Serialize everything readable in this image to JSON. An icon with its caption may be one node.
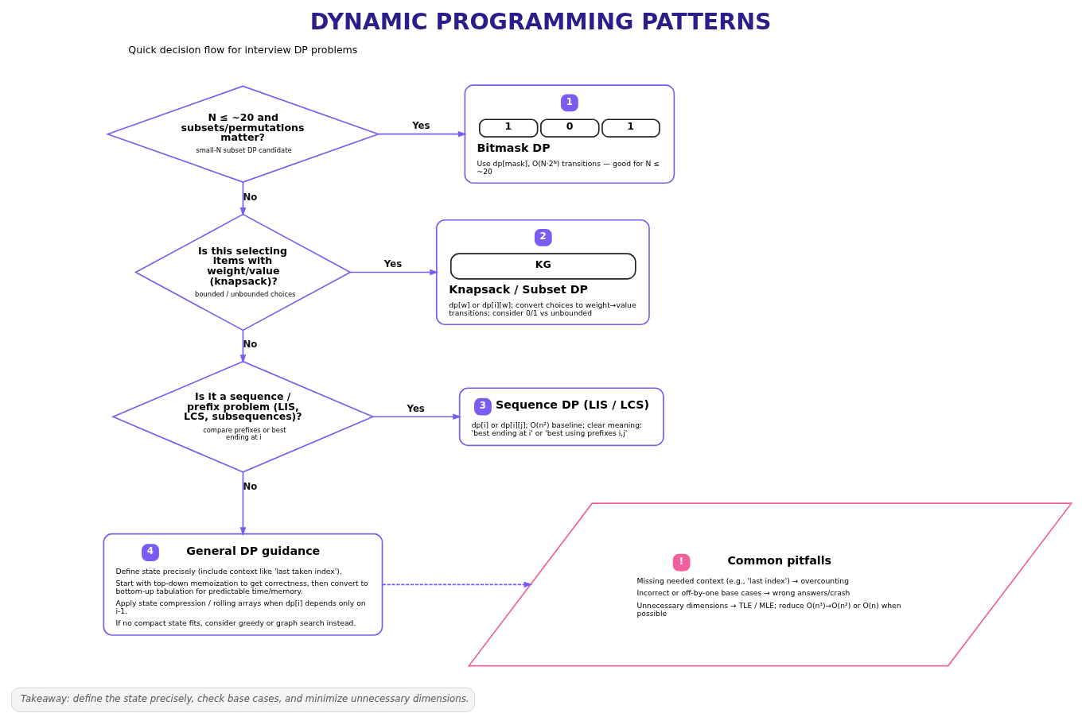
{
  "diagram": {
    "title": "DYNAMIC PROGRAMMING PATTERNS",
    "caption": "Takeaway: define the state precisely, check base cases, and minimize unnecessary dimensions.",
    "nodes": [
      {
        "text": [
          "N ≤ ~20 and subsets/permutations matter?",
          "small-N subset DP candidate"
        ]
      },
      {
        "text": [
          "1",
          "1",
          "0",
          "1",
          "Bitmask DP",
          "Use dp[mask], O(N·2ᴺ) transitions — good for N ≤ ~20"
        ]
      },
      {
        "text": [
          "Is this selecting items with weight/value (knapsack)?",
          "bounded / unbounded choices"
        ]
      },
      {
        "text": [
          "2",
          "KG",
          "Knapsack / Subset DP",
          "dp[w] or dp[i][w]; convert choices to weight→value transitions; consider 0/1 vs unbounded"
        ]
      },
      {
        "text": [
          "Is it a sequence / prefix problem (LIS, LCS, subsequences)?",
          "compare prefixes or best ending at i"
        ]
      },
      {
        "text": [
          "3",
          "Sequence DP (LIS / LCS)",
          "dp[i] or dp[i][j]; O(n²) baseline; clear meaning: 'best ending at i' or 'best using prefixes i,j'"
        ]
      },
      {
        "text": [
          "4",
          "General DP guidance",
          "Define state precisely (include context like 'last taken index').",
          "Start with top-down memoization to get correctness, then convert to bottom-up tabulation for predictable time/memory.",
          "Apply state compression / rolling arrays when dp[i] depends only on i-1.",
          "If no compact state fits, consider greedy or graph search instead."
        ]
      },
      {
        "text": [
          "!",
          "Common pitfalls",
          "Missing needed context (e.g., 'last index') → overcounting",
          "Incorrect or off-by-one base cases → wrong answers/crash",
          "Unnecessary dimensions → TLE / MLE; reduce O(n³)→O(n²) or O(n) when possible"
        ]
      }
    ],
    "edges": [
      {
        "from": 0,
        "to": 1,
        "arrow": "to",
        "label": "Yes"
      },
      {
        "from": 0,
        "to": 2,
        "arrow": "to",
        "label": "No"
      },
      {
        "from": 2,
        "to": 3,
        "arrow": "to",
        "label": "Yes"
      },
      {
        "from": 2,
        "to": 4,
        "arrow": "to",
        "label": "No"
      },
      {
        "from": 4,
        "to": 5,
        "arrow": "to",
        "label": "Yes"
      },
      {
        "from": 4,
        "to": 6,
        "arrow": "to",
        "label": "No"
      },
      {
        "from": 6,
        "to": 7,
        "arrow": "to",
        "style": "dashed"
      }
    ],
    "labels": [
      "Quick decision flow for interview DP problems"
    ]
  }
}
